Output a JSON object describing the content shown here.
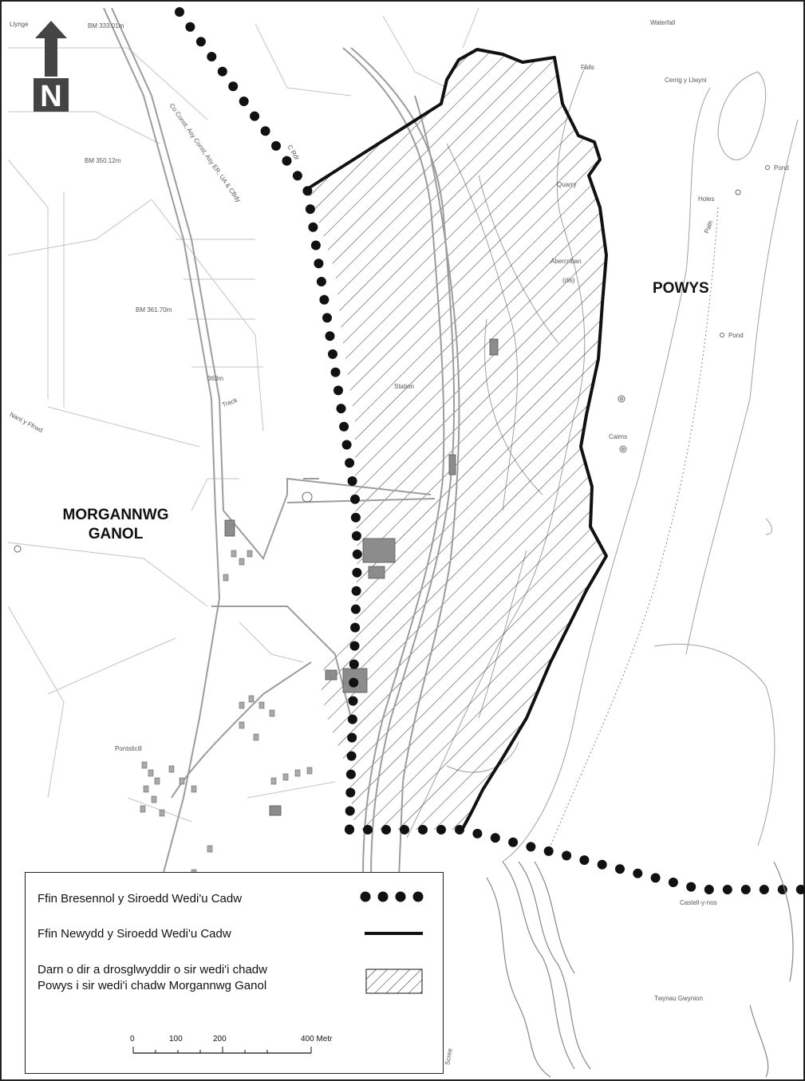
{
  "regions": {
    "east": "POWYS",
    "west_line1": "MORGANNWG",
    "west_line2": "GANOL"
  },
  "north_arrow": {
    "letter": "N",
    "icon": "north-arrow-icon"
  },
  "place_labels": {
    "llynge": "Llynge",
    "bm_333": "BM 333.01m",
    "bm_350": "BM 350.12m",
    "bm_361": "BM 361.70m",
    "height_363": "363m",
    "track": "Track",
    "nant": "Nant y Ffrwd",
    "waterfall": "Waterfall",
    "falls": "Falls",
    "cerrig": "Cerrig y Llwyni",
    "pond1": "Pond",
    "holes": "Holes",
    "path": "Path",
    "quarry": "Quarry",
    "abercriban": "Abercriban",
    "dis": "(dis)",
    "pond2": "Pond",
    "station": "Station",
    "cairns": "Cairns",
    "pontsticill": "Pontsticill",
    "castell": "Castell-y-nos",
    "twynau": "Twynau Gwynion",
    "scree": "Scree",
    "boundary_note": "Co Const, Asy Const, Asy ER, UA & CBdy",
    "river": "C Rdr"
  },
  "legend": {
    "items": [
      {
        "label": "Ffin Bresennol y Siroedd Wedi'u Cadw",
        "symbol": "dotted-boundary"
      },
      {
        "label": "Ffin Newydd y Siroedd Wedi'u Cadw",
        "symbol": "solid-boundary"
      },
      {
        "label_line1": "Darn o dir a drosglwyddir o sir wedi'i chadw",
        "label_line2": "Powys i sir wedi'i chadw Morgannwg Ganol",
        "symbol": "hatched-area"
      }
    ],
    "scale": {
      "ticks": [
        "0",
        "100",
        "200",
        "400 Metr"
      ]
    }
  },
  "colors": {
    "boundary": "#111111",
    "contour": "#9a9a9a",
    "building": "#8c8c8c",
    "road": "#b5b5b5"
  }
}
